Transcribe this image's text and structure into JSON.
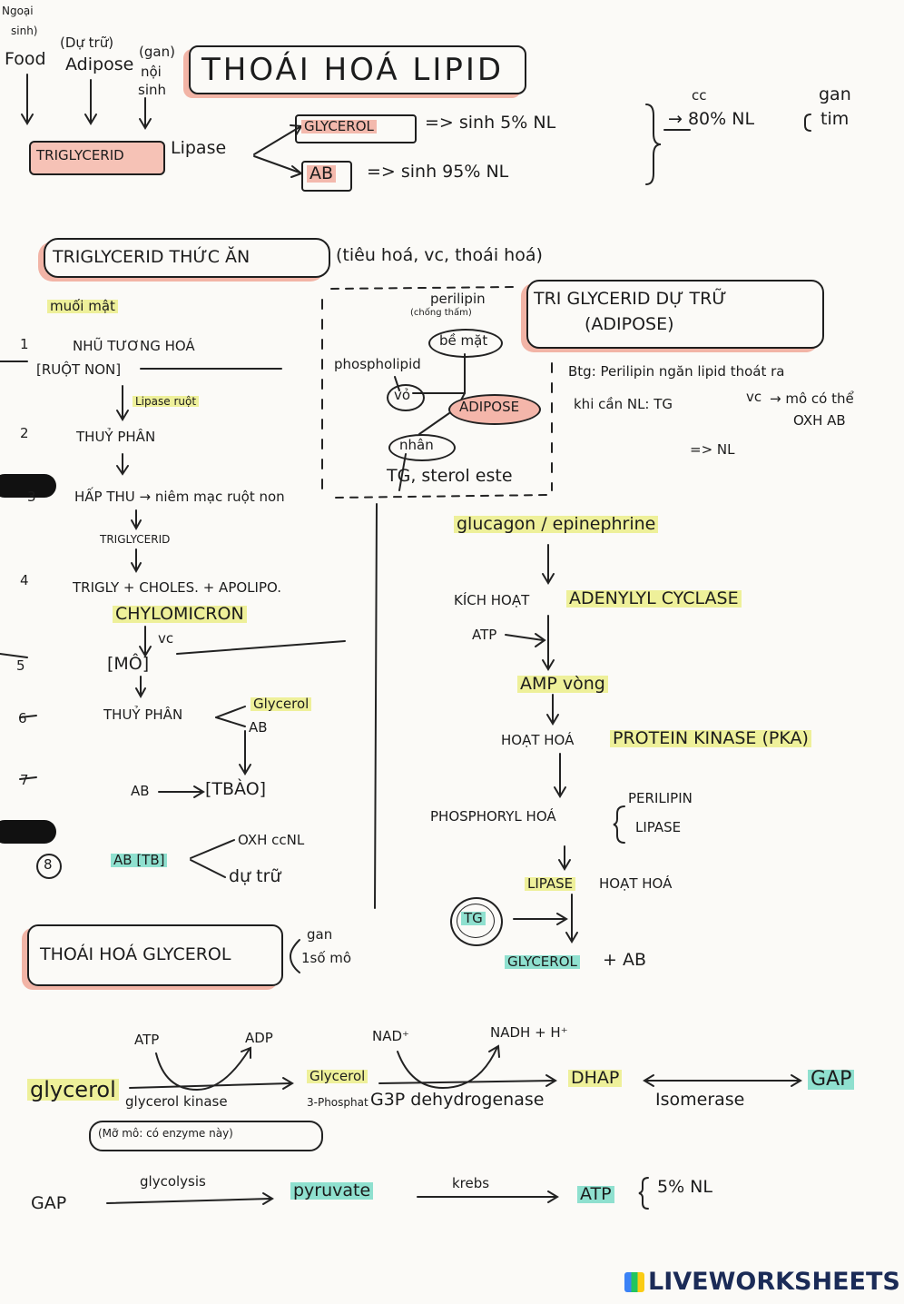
{
  "header": {
    "src_food_1": "Ngoại",
    "src_food_2": "sinh)",
    "src_food_3": "Food",
    "src_adipose_1": "(Dự trữ)",
    "src_adipose_2": "Adipose",
    "src_liver_1": "(gan)",
    "src_liver_2": "nội",
    "src_liver_3": "sinh",
    "title": "THOÁI HOÁ LIPID",
    "triglycerid": "TRIGLYCERID",
    "lipase": "Lipase",
    "glycerol": "GLYCEROL",
    "glycerol_out": "=> sinh 5% NL",
    "ab": "AB",
    "ab_out": "=> sinh 95% NL",
    "cc": "cc",
    "pct80": "→ 80% NL",
    "gan": "gan",
    "tim": "tim"
  },
  "food_section": {
    "title": "TRIGLYCERID THỨC ĂN",
    "subtitle": "(tiêu hoá, vc, thoái hoá)",
    "muoi_mat": "muối mật",
    "step1_num": "1",
    "step1": "NHŨ TƯƠNG HOÁ",
    "step1_loc": "[RUỘT NON]",
    "lipase_ruot": "Lipase ruột",
    "step2_num": "2",
    "step2": "THUỶ PHÂN",
    "step3_num": "3",
    "step3": "HẤP THU → niêm mạc ruột non",
    "trigly": "TRIGLYCERID",
    "step4_num": "4",
    "step4": "TRIGLY + CHOLES. + APOLIPO.",
    "chylo": "CHYLOMICRON",
    "vc": "vc",
    "step5_num": "5",
    "mo": "[MÔ]",
    "step6_num": "6",
    "step6": "THUỶ PHÂN",
    "glycerol": "Glycerol",
    "ab": "AB",
    "step7_num": "7",
    "ab_tb": "AB",
    "tbao": "[TBÀO]",
    "step8_num": "8",
    "ab_tb2": "AB [TB]",
    "oxh": "OXH ccNL",
    "du_tru": "dự trữ"
  },
  "adipose": {
    "perilipin": "perilipin",
    "perilipin_note": "(chống thấm)",
    "be_mat": "bề mặt",
    "phospholipid": "phospholipid",
    "vo": "vỏ",
    "adipose": "ADIPOSE",
    "nhan": "nhân",
    "tg": "TG, sterol este",
    "box_title_1": "TRI GLYCERID DỰ TRỮ",
    "box_title_2": "(ADIPOSE)",
    "note_1": "Btg: Perilipin ngăn lipid thoát ra",
    "note_2": "khi cần NL: TG",
    "note_vc": "vc",
    "note_3": "→ mô có thể",
    "note_4": "OXH AB",
    "note_5": "=> NL"
  },
  "hormone": {
    "glucagon": "glucagon / epinephrine",
    "kich_hoat": "KÍCH HOẠT",
    "adenylyl": "ADENYLYL CYCLASE",
    "atp": "ATP",
    "amp": "AMP vòng",
    "hoat_hoa": "HOẠT HOÁ",
    "pka": "PROTEIN KINASE (PKA)",
    "phosphoryl": "PHOSPHORYL HOÁ",
    "perilipin": "PERILIPIN",
    "lipase": "LIPASE",
    "lipase_active_1": "LIPASE",
    "lipase_active_2": "HOẠT HOÁ",
    "tg": "TG",
    "result_1": "GLYCEROL",
    "result_2": "+ AB"
  },
  "glycerol_section": {
    "title": "THOÁI HOÁ GLYCEROL",
    "gan": "gan",
    "so_mo": "1số mô",
    "atp": "ATP",
    "adp": "ADP",
    "nad": "NAD⁺",
    "nadh": "NADH + H⁺",
    "glycerol": "glycerol",
    "kinase": "glycerol kinase",
    "kinase_note": "(Mỡ mô: có enzyme này)",
    "g3p_1": "Glycerol",
    "g3p_2": "3-Phosphat",
    "g3p_dh": "G3P dehydrogenase",
    "dhap": "DHAP",
    "isomerase": "Isomerase",
    "gap": "GAP",
    "gap2": "GAP",
    "glycolysis": "glycolysis",
    "pyruvate": "pyruvate",
    "krebs": "krebs",
    "atp2": "ATP",
    "pct5": "5% NL"
  },
  "watermark": "LIVEWORKSHEETS"
}
